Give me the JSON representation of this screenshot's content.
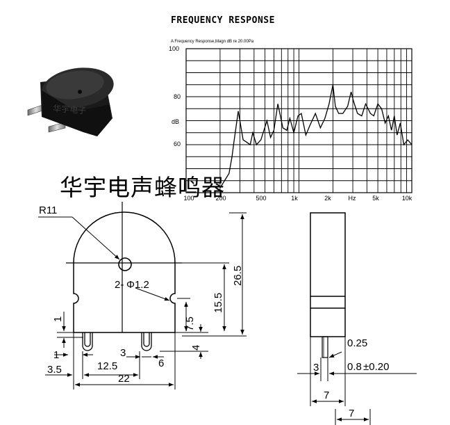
{
  "title": "FREQUENCY RESPONSE",
  "graph": {
    "caption": "A Frequency Response,Magn dB re 20.00Pa",
    "y_unit": "dB",
    "y_ticks": [
      "100",
      "80",
      "60"
    ],
    "x_ticks": [
      "100",
      "200",
      "500",
      "1k",
      "2k",
      "Hz",
      "5k",
      "10k"
    ]
  },
  "watermark": "华宇电声蜂鸣器",
  "photo_marking": "华宇电子",
  "chart_data": {
    "type": "line",
    "title": "FREQUENCY RESPONSE",
    "xlabel": "Hz",
    "ylabel": "dB",
    "x_scale": "log",
    "xlim": [
      100,
      10000
    ],
    "ylim": [
      40,
      100
    ],
    "grid": true,
    "series": [
      {
        "x": [
          200,
          240,
          255,
          265,
          290,
          320,
          345,
          370,
          390,
          420,
          460,
          520,
          560,
          600,
          650,
          720,
          780,
          830,
          900,
          980,
          1050,
          1150,
          1250,
          1400,
          1550,
          1700,
          1850,
          2000,
          2100,
          2250,
          2450,
          2700,
          2900,
          3050,
          3300,
          3600,
          3900,
          4300,
          4600,
          5000,
          5400,
          5800,
          6200,
          6600,
          7000,
          7400,
          7900,
          8500,
          9200,
          10000
        ],
        "y": [
          42,
          48,
          55,
          61,
          74,
          62,
          61,
          60,
          65,
          60,
          62,
          70,
          63,
          66,
          77,
          67,
          66,
          71,
          65,
          72,
          73,
          64,
          68,
          73,
          67,
          71,
          77,
          85,
          76,
          73,
          73,
          76,
          82,
          78,
          73,
          72,
          77,
          73,
          72,
          77,
          75,
          69,
          72,
          66,
          72,
          64,
          69,
          60,
          62,
          60
        ]
      }
    ]
  },
  "front_view": {
    "label_radius": "R11",
    "label_hole": "2-",
    "label_hole_dia": "Φ1.2",
    "dim_height_total": "26.5",
    "dim_height_center": "15.5",
    "dim_height_notch": "7.5",
    "dim_pin_offset": "4",
    "dim_one_vertical": "1",
    "dim_one_horizontal": "1",
    "dim_pin_spacing": "3",
    "dim_edge": "3.5",
    "dim_pin_span": "12.5",
    "dim_pin_width": "6",
    "dim_width": "22"
  },
  "side_view": {
    "dim_pin_length": "0.25",
    "dim_pin_gap": "3",
    "dim_pin_dia": "0.8",
    "dim_pin_dia_tol": "±0.20",
    "dim_thickness": "7",
    "dim_thickness_bottom": "7"
  }
}
